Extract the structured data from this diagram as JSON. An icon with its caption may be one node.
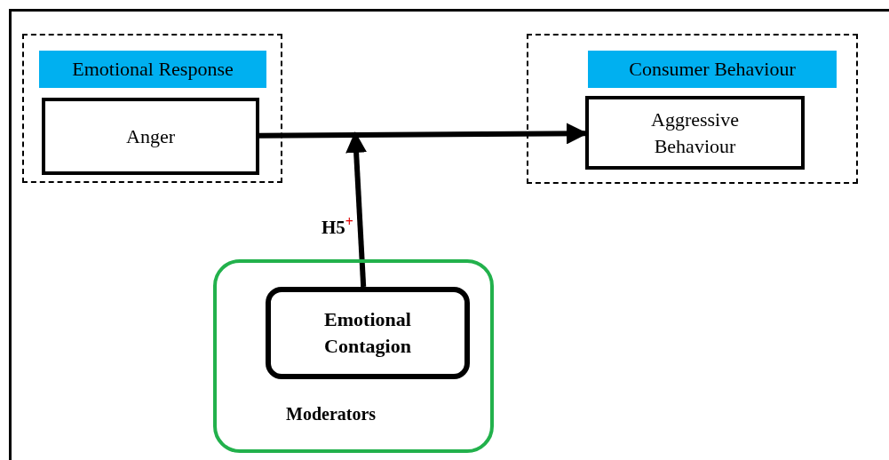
{
  "diagram": {
    "nodes": [
      {
        "text": [
          "Emotional Response"
        ]
      },
      {
        "text": [
          "Anger"
        ],
        "in": 0
      },
      {
        "text": [
          "Consumer Behaviour"
        ]
      },
      {
        "text": [
          "Aggressive Behaviour"
        ],
        "in": 2
      },
      {
        "text": [
          "Moderators"
        ]
      },
      {
        "text": [
          "Emotional Contagion"
        ],
        "in": 4
      }
    ],
    "edges": [
      {
        "from": 1,
        "to": 3,
        "arrow": "to"
      },
      {
        "from": 5,
        "to": null,
        "arrow": "to",
        "label": "H5$^{+}$"
      }
    ]
  }
}
